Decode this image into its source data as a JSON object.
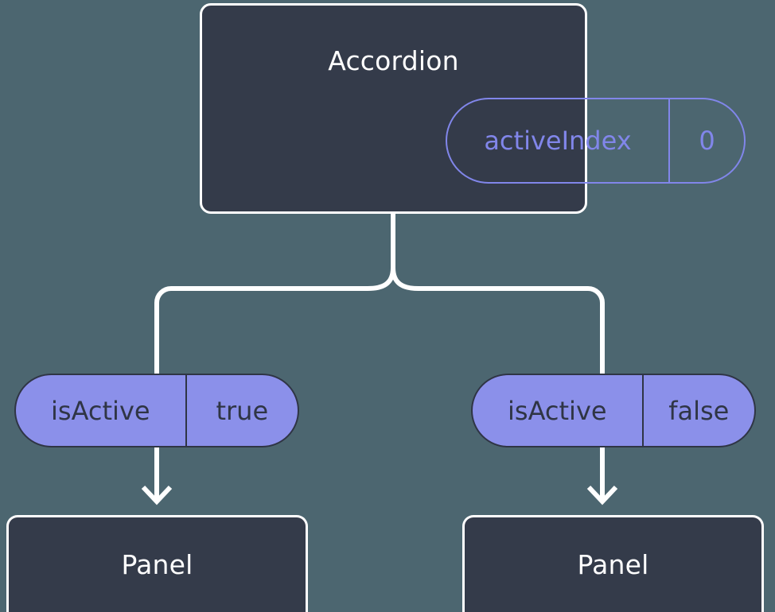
{
  "diagram": {
    "background_color": "#4c6670",
    "node_fill_color": "#343b4a",
    "node_border_color": "#ffffff",
    "accent_color": "#8186ea",
    "pill_fill_color": "#8b90ea",
    "pill_text_color": "#2f3545",
    "connector_color": "#ffffff"
  },
  "root": {
    "title": "Accordion",
    "prop": {
      "key": "activeIndex",
      "value": "0"
    }
  },
  "branches": [
    {
      "prop": {
        "key": "isActive",
        "value": "true"
      },
      "child": {
        "title": "Panel"
      }
    },
    {
      "prop": {
        "key": "isActive",
        "value": "false"
      },
      "child": {
        "title": "Panel"
      }
    }
  ]
}
